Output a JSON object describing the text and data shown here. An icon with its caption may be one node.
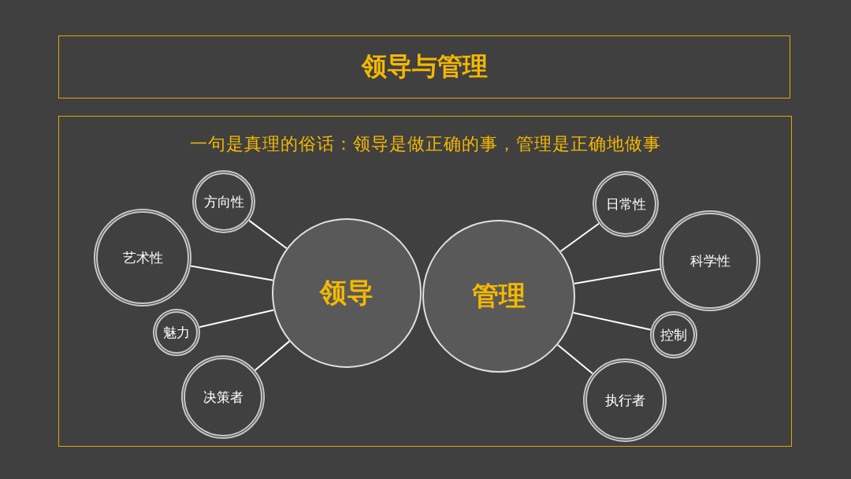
{
  "diagram": {
    "title": "领导与管理",
    "nodes": [
      {
        "text": [
          "一句是真理的俗话：领导是做正确的事，管理是正确地做事"
        ]
      },
      {
        "text": [
          "领导"
        ],
        "in": 0
      },
      {
        "text": [
          "管理"
        ],
        "in": 0
      },
      {
        "text": [
          "方向性"
        ],
        "in": 0
      },
      {
        "text": [
          "艺术性"
        ],
        "in": 0
      },
      {
        "text": [
          "魅力"
        ],
        "in": 0
      },
      {
        "text": [
          "决策者"
        ],
        "in": 0
      },
      {
        "text": [
          "日常性"
        ],
        "in": 0
      },
      {
        "text": [
          "科学性"
        ],
        "in": 0
      },
      {
        "text": [
          "控制"
        ],
        "in": 0
      },
      {
        "text": [
          "执行者"
        ],
        "in": 0
      }
    ],
    "edges": [
      {
        "from": 1,
        "to": 3,
        "arrow": "none"
      },
      {
        "from": 1,
        "to": 4,
        "arrow": "none"
      },
      {
        "from": 1,
        "to": 5,
        "arrow": "none"
      },
      {
        "from": 1,
        "to": 6,
        "arrow": "none"
      },
      {
        "from": 2,
        "to": 7,
        "arrow": "none"
      },
      {
        "from": 2,
        "to": 8,
        "arrow": "none"
      },
      {
        "from": 2,
        "to": 9,
        "arrow": "none"
      },
      {
        "from": 2,
        "to": 10,
        "arrow": "none"
      }
    ]
  }
}
